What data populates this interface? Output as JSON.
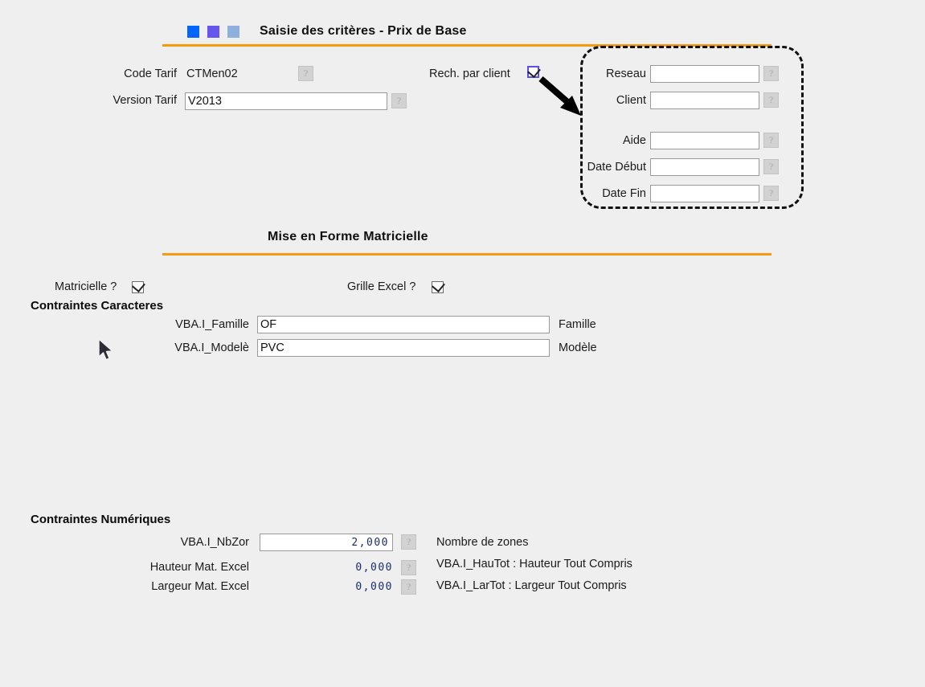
{
  "window": {
    "title": "Saisie des critères - Prix de Base"
  },
  "header": {
    "title": "Saisie des critères - Prix de Base",
    "squares": [
      {
        "name": "square-blue",
        "color": "#0066ff"
      },
      {
        "name": "square-violet",
        "color": "#6655ee"
      },
      {
        "name": "square-light-blue",
        "color": "#8fb0dc"
      }
    ],
    "rule_color": "#F59A11"
  },
  "criteria": {
    "code_tarif": {
      "label": "Code Tarif",
      "value": "CTMen02",
      "help": "?"
    },
    "version_tarif": {
      "label": "Version Tarif",
      "value": "V2013",
      "placeholder": "",
      "help": "?"
    },
    "rech_par_client": {
      "label": "Rech. par client",
      "checked": true
    }
  },
  "client_panel": {
    "fields": [
      {
        "label": "Reseau",
        "value": "",
        "placeholder": "",
        "help": "?"
      },
      {
        "label": "Client",
        "value": "",
        "placeholder": "",
        "help": "?"
      },
      {
        "label": "Aide",
        "value": "",
        "placeholder": "",
        "help": "?"
      },
      {
        "label": "Date Début",
        "value": "",
        "placeholder": "",
        "help": "?"
      },
      {
        "label": "Date Fin",
        "value": "",
        "placeholder": "",
        "help": "?"
      }
    ]
  },
  "matricielle": {
    "title": "Mise en Forme Matricielle",
    "matricielle_label": "Matricielle ?",
    "matricielle_checked": true,
    "grille_excel_label": "Grille Excel ?",
    "grille_excel_checked": true
  },
  "contraintes_caracteres": {
    "title": "Contraintes Caracteres",
    "rows": [
      {
        "label": "VBA.I_Famille",
        "value": "OF",
        "description": "Famille"
      },
      {
        "label": "VBA.I_Modelè",
        "value": "PVC",
        "description": "Modèle"
      }
    ]
  },
  "contraintes_numeriques": {
    "title": "Contraintes Numériques",
    "rows": [
      {
        "label": "VBA.I_NbZor",
        "value": "2,000",
        "editable": true,
        "help": "?",
        "description": "Nombre de zones"
      },
      {
        "label": "Hauteur Mat. Excel",
        "value": "0,000",
        "editable": false,
        "help": "?",
        "description": "VBA.I_HauTot : Hauteur Tout Compris"
      },
      {
        "label": "Largeur Mat. Excel",
        "value": "0,000",
        "editable": false,
        "help": "?",
        "description": "VBA.I_LarTot : Largeur Tout Compris"
      }
    ]
  },
  "annotations": {
    "dashed_highlight": "dashed-highlight-box",
    "arrow": "annotation-arrow"
  }
}
